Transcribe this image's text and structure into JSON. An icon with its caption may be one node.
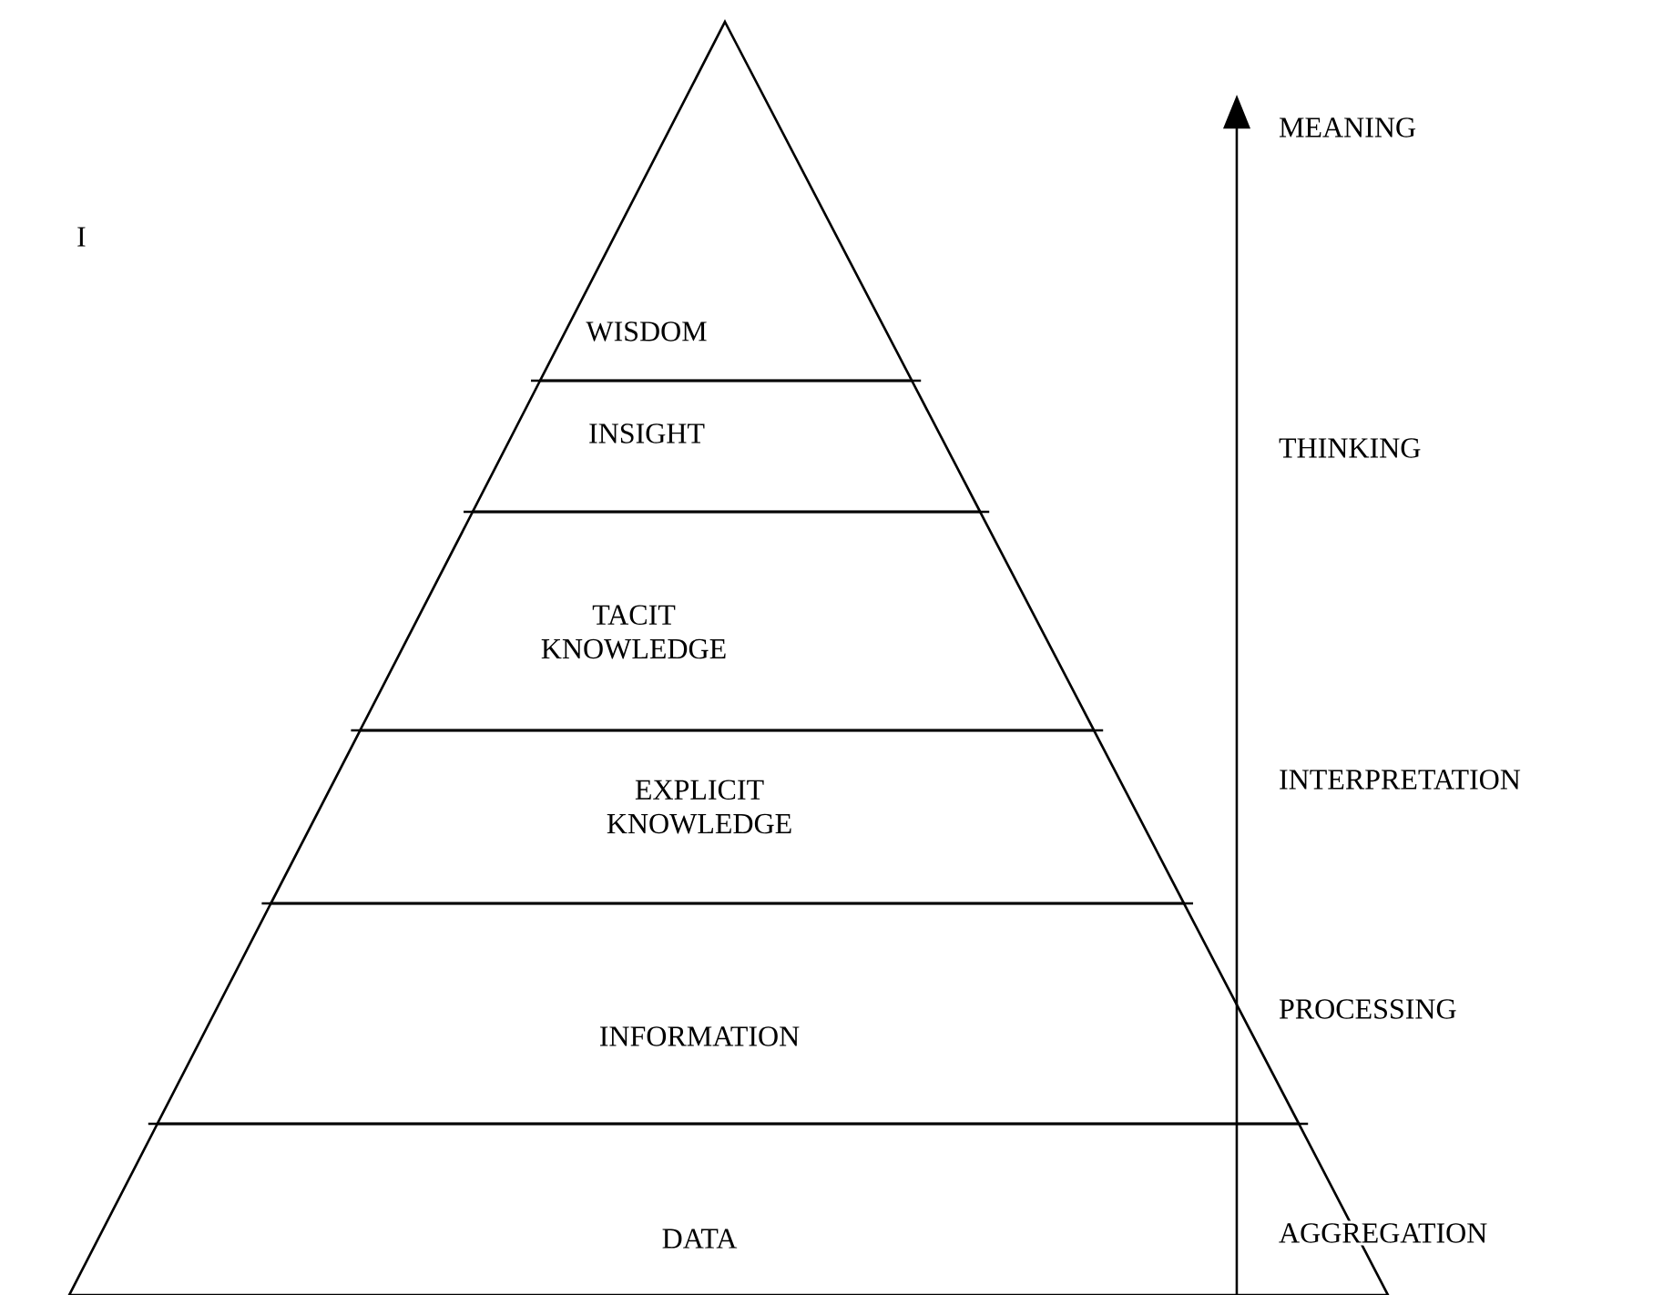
{
  "diagram": {
    "nodes": [
      {
        "text": [
          "WISDOM"
        ]
      },
      {
        "text": [
          "INSIGHT"
        ]
      },
      {
        "text": [
          "TACIT KNOWLEDGE"
        ]
      },
      {
        "text": [
          "EXPLICIT KNOWLEDGE"
        ]
      },
      {
        "text": [
          "INFORMATION"
        ]
      },
      {
        "text": [
          "DATA"
        ]
      }
    ],
    "labels": [
      "I",
      "MEANING",
      "THINKING",
      "INTERPRETATION",
      "PROCESSING",
      "AGGREGATION"
    ]
  }
}
